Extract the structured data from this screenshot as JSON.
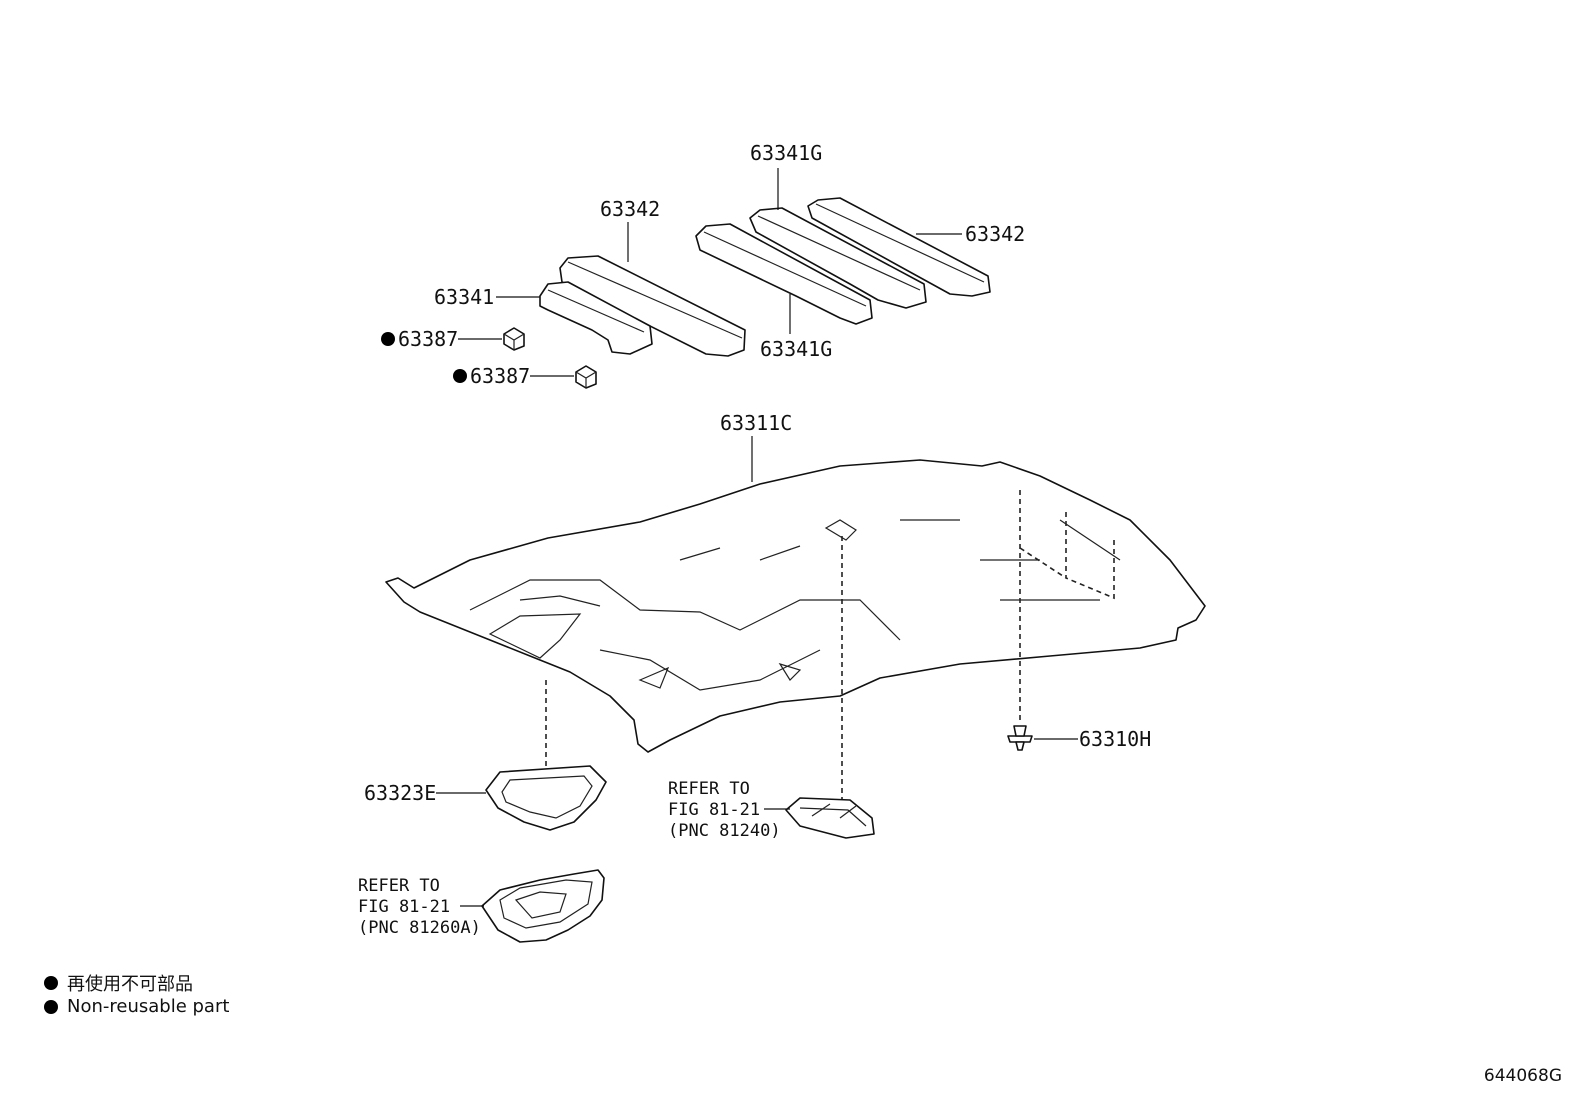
{
  "labels": {
    "p63341G_top": "63341G",
    "p63342_left": "63342",
    "p63342_right": "63342",
    "p63341": "63341",
    "p63341G_bottom": "63341G",
    "p63387_a": "63387",
    "p63387_b": "63387",
    "p63311C": "63311C",
    "p63310H": "63310H",
    "p63323E": "63323E"
  },
  "refs": {
    "ref1": {
      "line1": "REFER TO",
      "line2": "FIG 81-21",
      "line3": "(PNC 81240)"
    },
    "ref2": {
      "line1": "REFER TO",
      "line2": "FIG 81-21",
      "line3": "(PNC 81260A)"
    }
  },
  "legend": {
    "line_jp": "再使用不可部品",
    "line_en": "Non-reusable part"
  },
  "figure_id": "644068G"
}
